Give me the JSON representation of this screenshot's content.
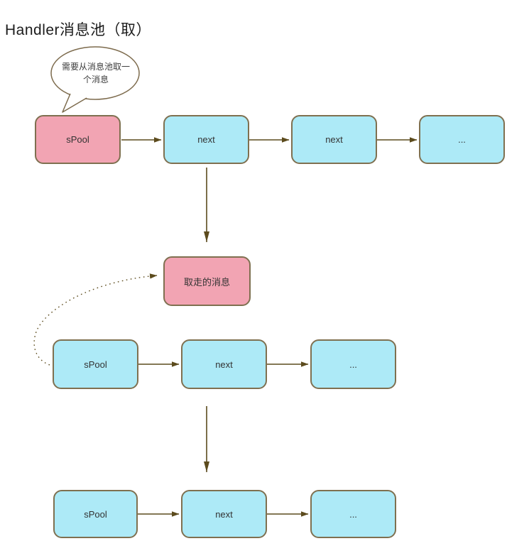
{
  "title": "Handler消息池（取）",
  "speech_bubble": {
    "lines": [
      "需要从消息池取一",
      "个消息"
    ]
  },
  "rows": [
    {
      "name": "row-1",
      "boxes": [
        {
          "label": "sPool",
          "color": "pink"
        },
        {
          "label": "next",
          "color": "cyan"
        },
        {
          "label": "next",
          "color": "cyan"
        },
        {
          "label": "...",
          "color": "cyan"
        }
      ]
    },
    {
      "name": "row-2",
      "boxes": [
        {
          "label": "sPool",
          "color": "cyan"
        },
        {
          "label": "next",
          "color": "cyan"
        },
        {
          "label": "...",
          "color": "cyan"
        }
      ]
    },
    {
      "name": "row-3",
      "boxes": [
        {
          "label": "sPool",
          "color": "cyan"
        },
        {
          "label": "next",
          "color": "cyan"
        },
        {
          "label": "...",
          "color": "cyan"
        }
      ]
    }
  ],
  "taken_message_box": {
    "label": "取走的消息",
    "color": "pink"
  },
  "colors": {
    "node_pink": "#f2a4b3",
    "node_cyan": "#adeaf7",
    "node_border": "#7f7050",
    "connector": "#5c4b1d",
    "bubble_border": "#7d6b4d",
    "text": "#333333"
  }
}
